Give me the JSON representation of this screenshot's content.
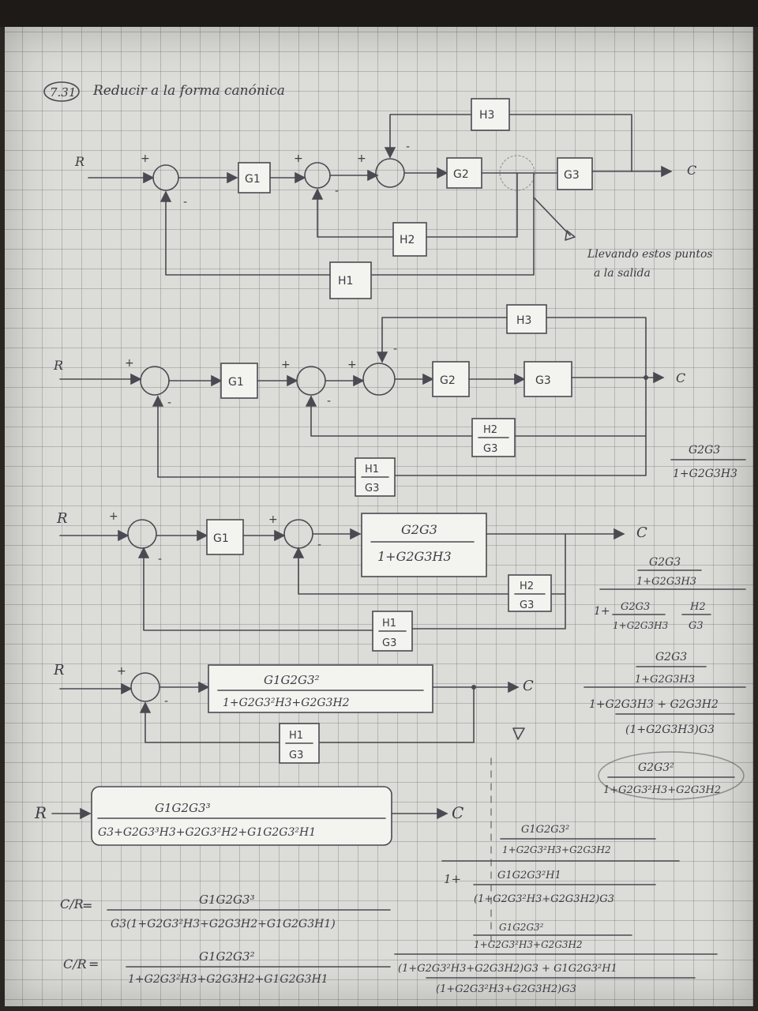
{
  "header": {
    "problem_number": "7.31",
    "title": "Reducir a la forma canónica"
  },
  "note": {
    "line1": "Llevando estos puntos",
    "line2": "a la salida"
  },
  "diagram1": {
    "input": "R",
    "output": "C",
    "blocks": {
      "g1": "G1",
      "g2": "G2",
      "g3": "G3",
      "h1": "H1",
      "h2": "H2",
      "h3": "H3"
    },
    "signs": {
      "plus": "+",
      "minus": "-"
    }
  },
  "diagram2": {
    "input": "R",
    "output": "C",
    "blocks": {
      "g1": "G1",
      "g2": "G2",
      "g3": "G3",
      "h3": "H3",
      "h2_num": "H2",
      "h2_den": "G3",
      "h1_num": "H1",
      "h1_den": "G3"
    },
    "side": {
      "num": "G2G3",
      "den": "1+G2G3H3"
    }
  },
  "diagram3": {
    "input": "R",
    "output": "C",
    "blocks": {
      "g1": "G1",
      "big_num": "G2G3",
      "big_den": "1+G2G3H3",
      "h2_num": "H2",
      "h2_den": "G3",
      "h1_num": "H1",
      "h1_den": "G3"
    },
    "side": {
      "num": "G2G3",
      "num_den": "1+G2G3H3",
      "den_lead": "1+",
      "den_frac_num": "G2G3",
      "den_frac_den": "1+G2G3H3",
      "den_h_num": "H2",
      "den_h_den": "G3",
      "num2": "G2G3",
      "num2_den": "1+G2G3H3",
      "den2_top": "1+G2G3H3 + G2G3H2",
      "den2_bot": "(1+G2G3H3)G3",
      "result_num": "G2G3²",
      "result_den": "1+G2G3²H3+G2G3H2"
    }
  },
  "diagram4": {
    "input": "R",
    "output": "C",
    "blocks": {
      "big_num": "G1G2G3²",
      "big_den": "1+G2G3²H3+G2G3H2",
      "h1_num": "H1",
      "h1_den": "G3"
    }
  },
  "final": {
    "input": "R",
    "output": "C",
    "num": "G1G2G3³",
    "den": "G3+G2G3³H3+G2G3²H2+G1G2G3²H1",
    "side_num": "G1G2G3²",
    "side_num_den": "1+G2G3²H3+G2G3H2",
    "side_lead": "1+",
    "side_h_num": "G1G2G3²H1",
    "side_h_den": "(1+G2G3²H3+G2G3H2)G3",
    "side_res_num": "G1G2G3²",
    "side_res_num_den": "1+G2G3²H3+G2G3H2",
    "side_res_den": "(1+G2G3²H3+G2G3H2)G3 + G1G2G3²H1",
    "side_res_den_den": "(1+G2G3²H3+G2G3H2)G3"
  },
  "result": {
    "lhs": "C/R",
    "eq": "=",
    "num1": "G1G2G3³",
    "den1": "G3(1+G2G3²H3+G2G3H2+G1G2G3H1)",
    "num2": "G1G2G3²",
    "den2": "1+G2G3²H3+G2G3H2+G1G2G3H1"
  }
}
